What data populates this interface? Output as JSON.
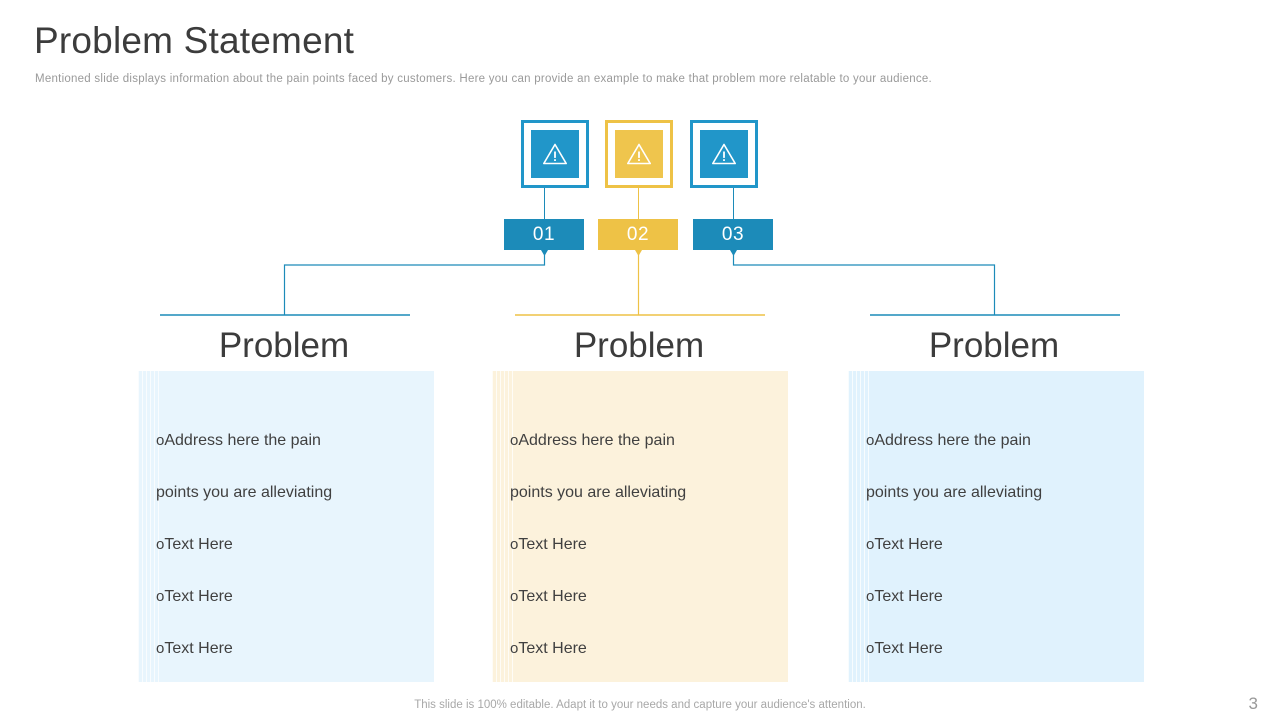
{
  "header": {
    "title": "Problem Statement",
    "subtitle": "Mentioned slide displays information about the pain points faced by customers. Here  you can provide an example to make that problem more relatable to your audience."
  },
  "steps": [
    {
      "number": "01",
      "icon": "warning-triangle-icon",
      "color": "#1c8bb9"
    },
    {
      "number": "02",
      "icon": "warning-triangle-icon",
      "color": "#eec246"
    },
    {
      "number": "03",
      "icon": "warning-triangle-icon",
      "color": "#1c8bb9"
    }
  ],
  "columns": [
    {
      "heading": "Problem",
      "accent": "#1c8bb9",
      "background": "#e8f5fd",
      "bullets": [
        "Address here the pain\npoints you are alleviating",
        "Text Here",
        "Text Here",
        "Text Here"
      ]
    },
    {
      "heading": "Problem",
      "accent": "#eec246",
      "background": "#fcf2dc",
      "bullets": [
        "Address here the pain\npoints you are alleviating",
        "Text Here",
        "Text Here",
        "Text Here"
      ]
    },
    {
      "heading": "Problem",
      "accent": "#1c8bb9",
      "background": "#e0f2fd",
      "bullets": [
        "Address here the pain\npoints you are alleviating",
        "Text Here",
        "Text Here",
        "Text Here"
      ]
    }
  ],
  "footer": {
    "note": "This slide is 100% editable. Adapt it to your needs and capture your audience's attention.",
    "page_number": "3"
  },
  "bullet_marker": "o"
}
